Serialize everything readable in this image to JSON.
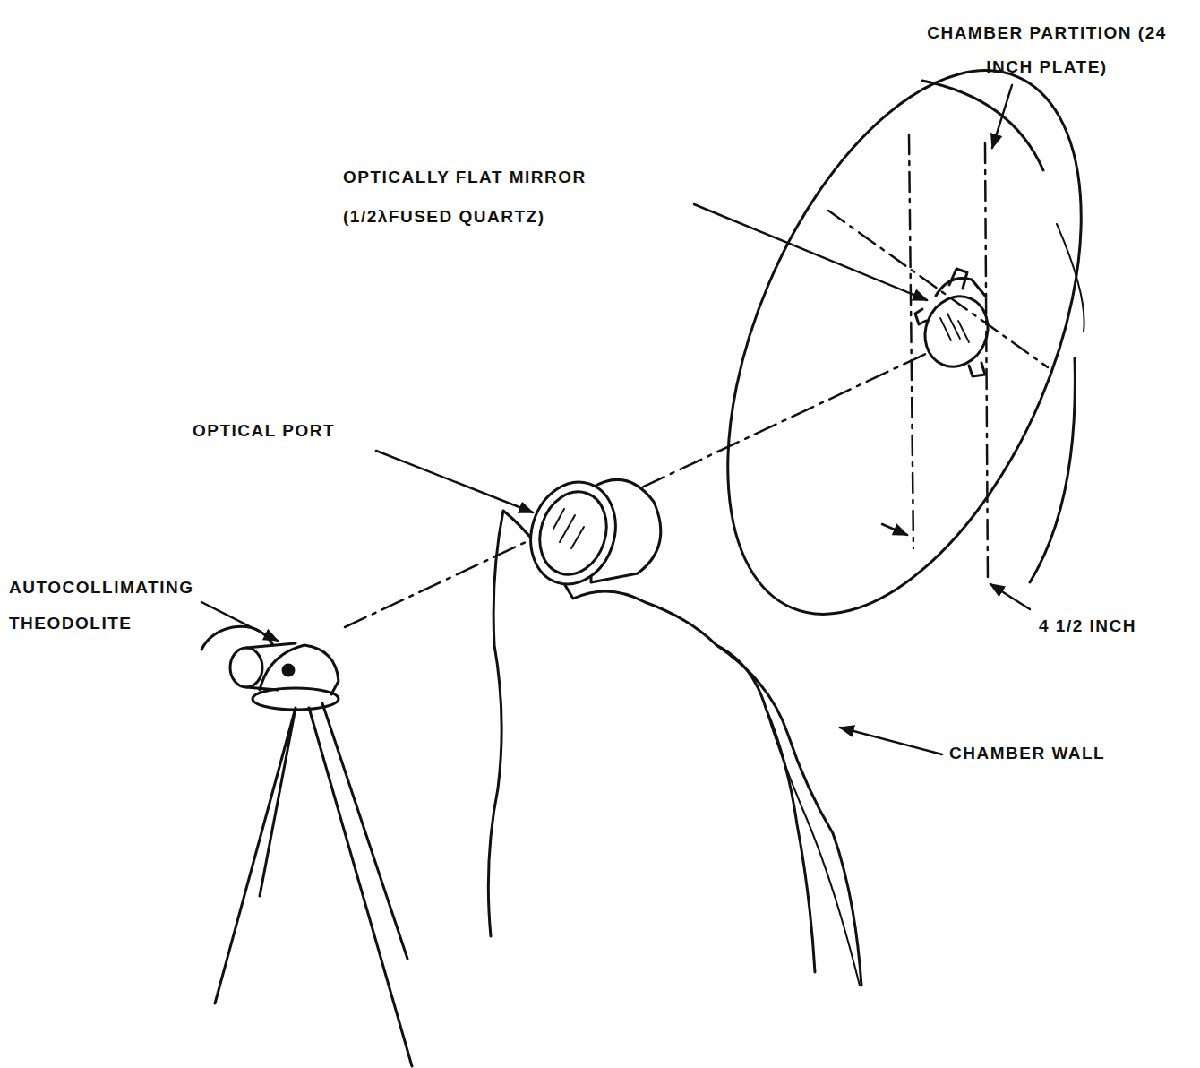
{
  "diagram": {
    "labels": [
      "CHAMBER PARTITION (24 INCH PLATE)",
      "OPTICALLY FLAT MIRROR (1/2λFUSED QUARTZ)",
      "OPTICAL PORT",
      "AUTOCOLLIMATING THEODOLITE",
      "CHAMBER WALL",
      "4 1/2 INCH"
    ]
  }
}
